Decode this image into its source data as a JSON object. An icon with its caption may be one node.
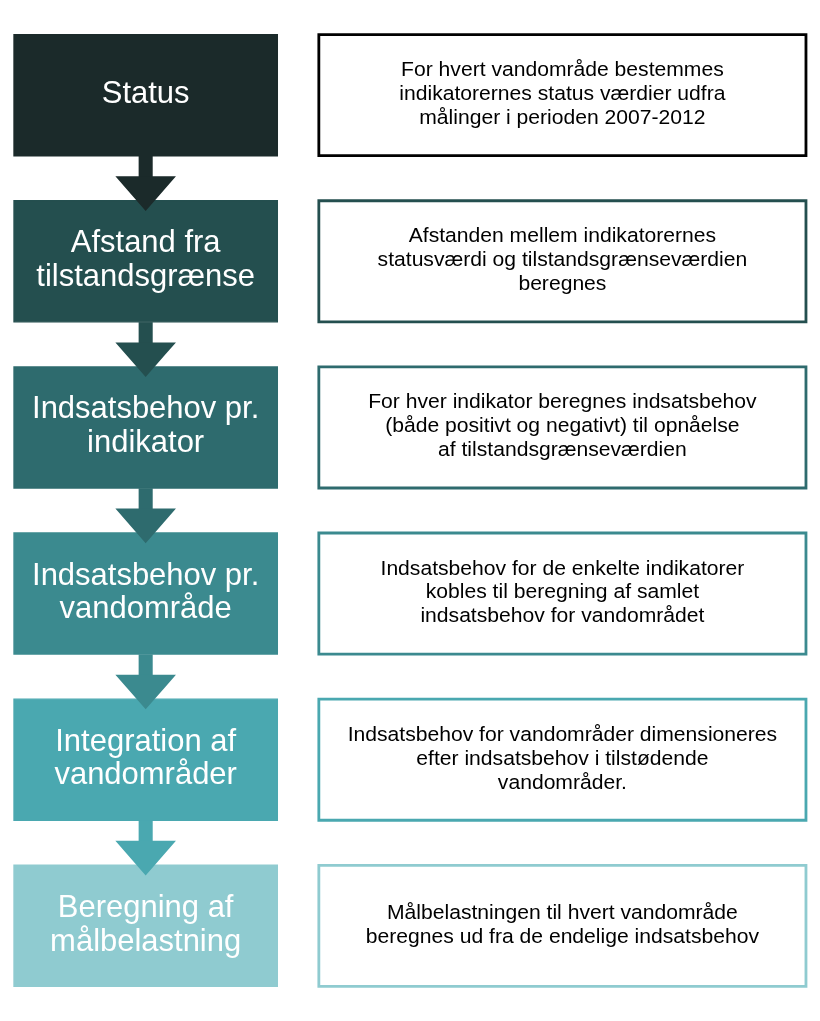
{
  "diagram": {
    "nodes": [
      {
        "text": [
          "Status"
        ]
      },
      {
        "text": [
          "For hvert vandområde bestemmes indikatorernes status værdier udfra målinger i perioden 2007-2012"
        ]
      },
      {
        "text": [
          "Afstand fra tilstandsgrænse"
        ]
      },
      {
        "text": [
          "Afstanden mellem indikatorernes statusværdi og tilstandsgrænseværdien beregnes"
        ]
      },
      {
        "text": [
          "Indsatsbehov pr. indikator"
        ]
      },
      {
        "text": [
          "For hver indikator beregnes indsatsbehov (både positivt og negativt) til opnåelse af tilstandsgrænseværdien"
        ]
      },
      {
        "text": [
          "Indsatsbehov pr. vandområde"
        ]
      },
      {
        "text": [
          "Indsatsbehov for de enkelte indikatorer kobles til beregning af samlet indsatsbehov for vandområdet"
        ]
      },
      {
        "text": [
          "Integration af vandområder"
        ]
      },
      {
        "text": [
          "Indsatsbehov for vandområder dimensioneres efter indsatsbehov i tilstødende vandområder."
        ]
      },
      {
        "text": [
          "Beregning af målbelastning"
        ]
      },
      {
        "text": [
          "Målbelastningen til hvert vandområde beregnes ud fra de endelige indsatsbehov"
        ]
      }
    ],
    "edges": [
      {
        "from": 0,
        "to": 2,
        "arrow": "to",
        "color": "#1b2a2a"
      },
      {
        "from": 2,
        "to": 4,
        "arrow": "to",
        "color": "#244f4f"
      },
      {
        "from": 4,
        "to": 6,
        "arrow": "to",
        "color": "#2e6b6e"
      },
      {
        "from": 6,
        "to": 8,
        "arrow": "to",
        "color": "#3b8a8f"
      },
      {
        "from": 8,
        "to": 10,
        "arrow": "to",
        "color": "#4aa8b0"
      }
    ]
  }
}
